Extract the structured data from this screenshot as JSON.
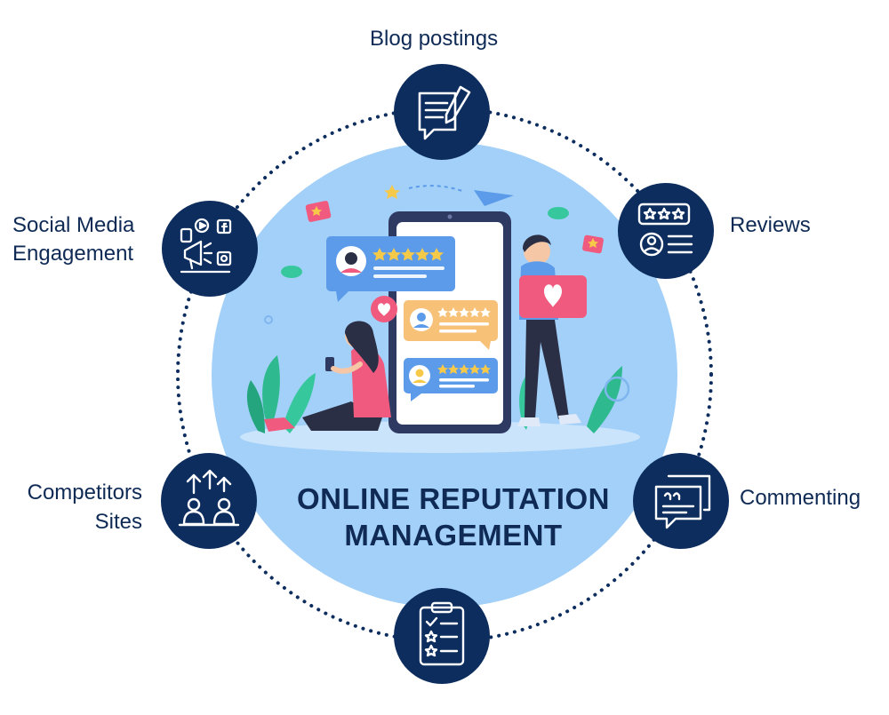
{
  "center": {
    "title_line1": "ONLINE REPUTATION",
    "title_line2": "MANAGEMENT"
  },
  "nodes": [
    {
      "id": "blog",
      "label": "Blog postings",
      "icon": "blog-post-icon"
    },
    {
      "id": "reviews",
      "label": "Reviews",
      "icon": "review-stars-icon"
    },
    {
      "id": "commenting",
      "label": "Commenting",
      "icon": "comment-bubbles-icon"
    },
    {
      "id": "checklist",
      "label": "",
      "icon": "checklist-icon"
    },
    {
      "id": "competitors",
      "label_line1": "Competitors",
      "label_line2": "Sites",
      "icon": "competitors-icon"
    },
    {
      "id": "social",
      "label_line1": "Social Media",
      "label_line2": "Engagement",
      "icon": "social-media-icon"
    }
  ],
  "colors": {
    "navy": "#0e2a55",
    "node_fill": "#0c2d5e",
    "center_circle": "#9fcdf7",
    "accent_pink": "#f05a7e",
    "accent_yellow": "#f7c948",
    "accent_blue": "#5b9bea"
  }
}
